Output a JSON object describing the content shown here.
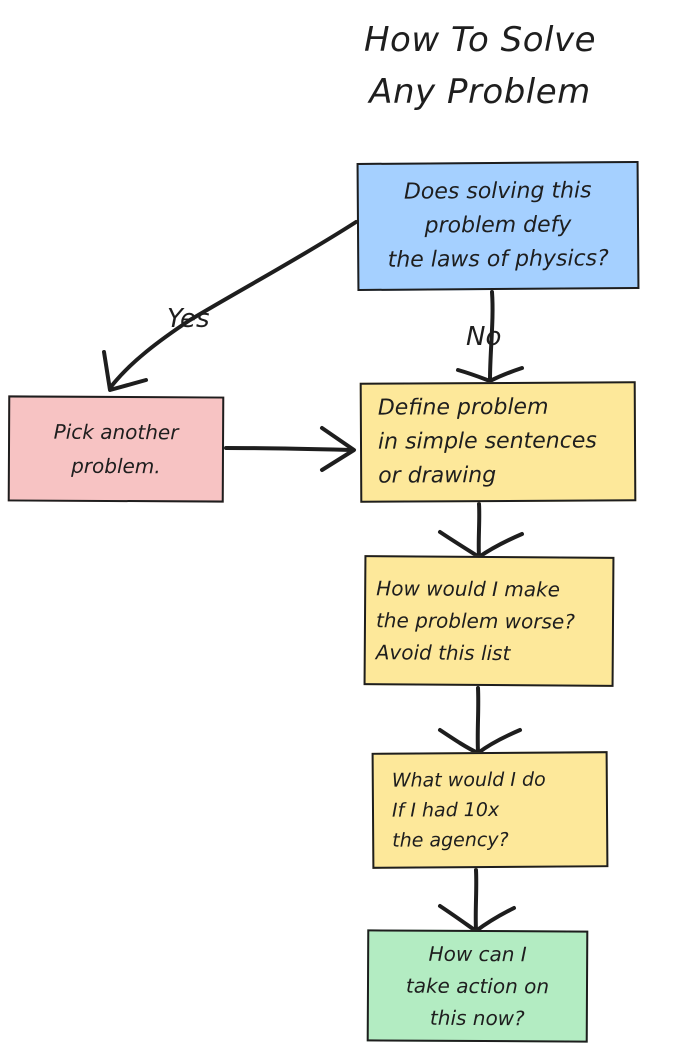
{
  "title": {
    "line1": "How To Solve",
    "line2": "Any Problem"
  },
  "nodes": {
    "physics": {
      "lines": [
        "Does solving this",
        "problem defy",
        "the laws of physics?"
      ],
      "color": "#a5d0ff"
    },
    "pick": {
      "lines": [
        "Pick another",
        "problem."
      ],
      "color": "#f7c3c3"
    },
    "define": {
      "lines": [
        "Define problem",
        "in simple sentences",
        "or drawing"
      ],
      "color": "#fde89a"
    },
    "worse": {
      "lines": [
        "How would I make",
        "the problem worse?",
        "Avoid this list"
      ],
      "color": "#fde89a"
    },
    "agency": {
      "lines": [
        "What would I do",
        "If I had 10x",
        "the agency?"
      ],
      "color": "#fde89a"
    },
    "action": {
      "lines": [
        "How can I",
        "take action on",
        "this now?"
      ],
      "color": "#b3ecc2"
    }
  },
  "edges": {
    "yes_label": "Yes",
    "no_label": "No"
  }
}
